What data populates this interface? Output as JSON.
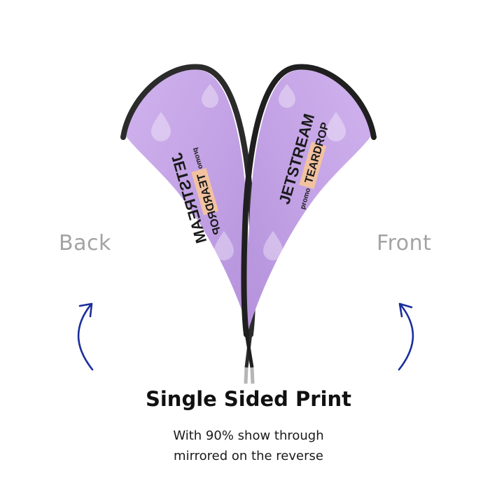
{
  "labels": {
    "back": "Back",
    "front": "Front"
  },
  "flags": {
    "back": {
      "brand_line1": "JETSTREAM",
      "brand_line2": "promo",
      "product": "TEARDROP",
      "mirrored": true
    },
    "front": {
      "brand_line1": "JETSTREAM",
      "brand_line2": "promo",
      "product": "TEARDROP",
      "mirrored": false
    }
  },
  "heading": "Single Sided Print",
  "description": {
    "line1": "With 90% show through",
    "line2": "mirrored on the reverse"
  },
  "colors": {
    "flag_fabric": "#c7a6e6",
    "flag_frame": "#2b2b2b",
    "logo_highlight": "#f2c2a0",
    "label_gray": "#a3a3a3",
    "arrow_blue": "#1a2e9c",
    "heading_text": "#111111"
  },
  "icons": {
    "left_arrow": "curved-arrow-up-right-icon",
    "right_arrow": "curved-arrow-up-left-icon"
  }
}
